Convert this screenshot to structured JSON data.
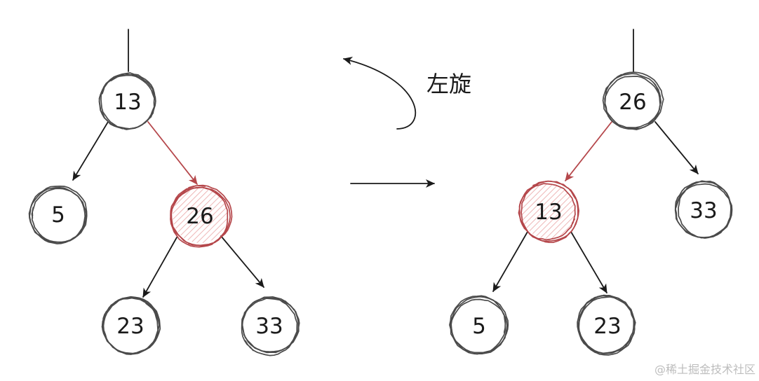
{
  "diagram": {
    "rotation_label": "左旋",
    "before_tree": {
      "root": {
        "label": "13",
        "highlighted": false
      },
      "left": {
        "label": "5",
        "highlighted": false
      },
      "right": {
        "label": "26",
        "highlighted": true
      },
      "right_left": {
        "label": "23",
        "highlighted": false
      },
      "right_right": {
        "label": "33",
        "highlighted": false
      }
    },
    "after_tree": {
      "root": {
        "label": "26",
        "highlighted": false
      },
      "left": {
        "label": "13",
        "highlighted": true
      },
      "right": {
        "label": "33",
        "highlighted": false
      },
      "left_left": {
        "label": "5",
        "highlighted": false
      },
      "left_right": {
        "label": "23",
        "highlighted": false
      }
    }
  },
  "watermark": "@稀土掘金技术社区",
  "colors": {
    "ink": "#1a1a1a",
    "node_outline": "#4a4a4a",
    "highlight": "#b5474b",
    "hatch": "#eaa5a5",
    "watermark": "#bdbdbd"
  }
}
